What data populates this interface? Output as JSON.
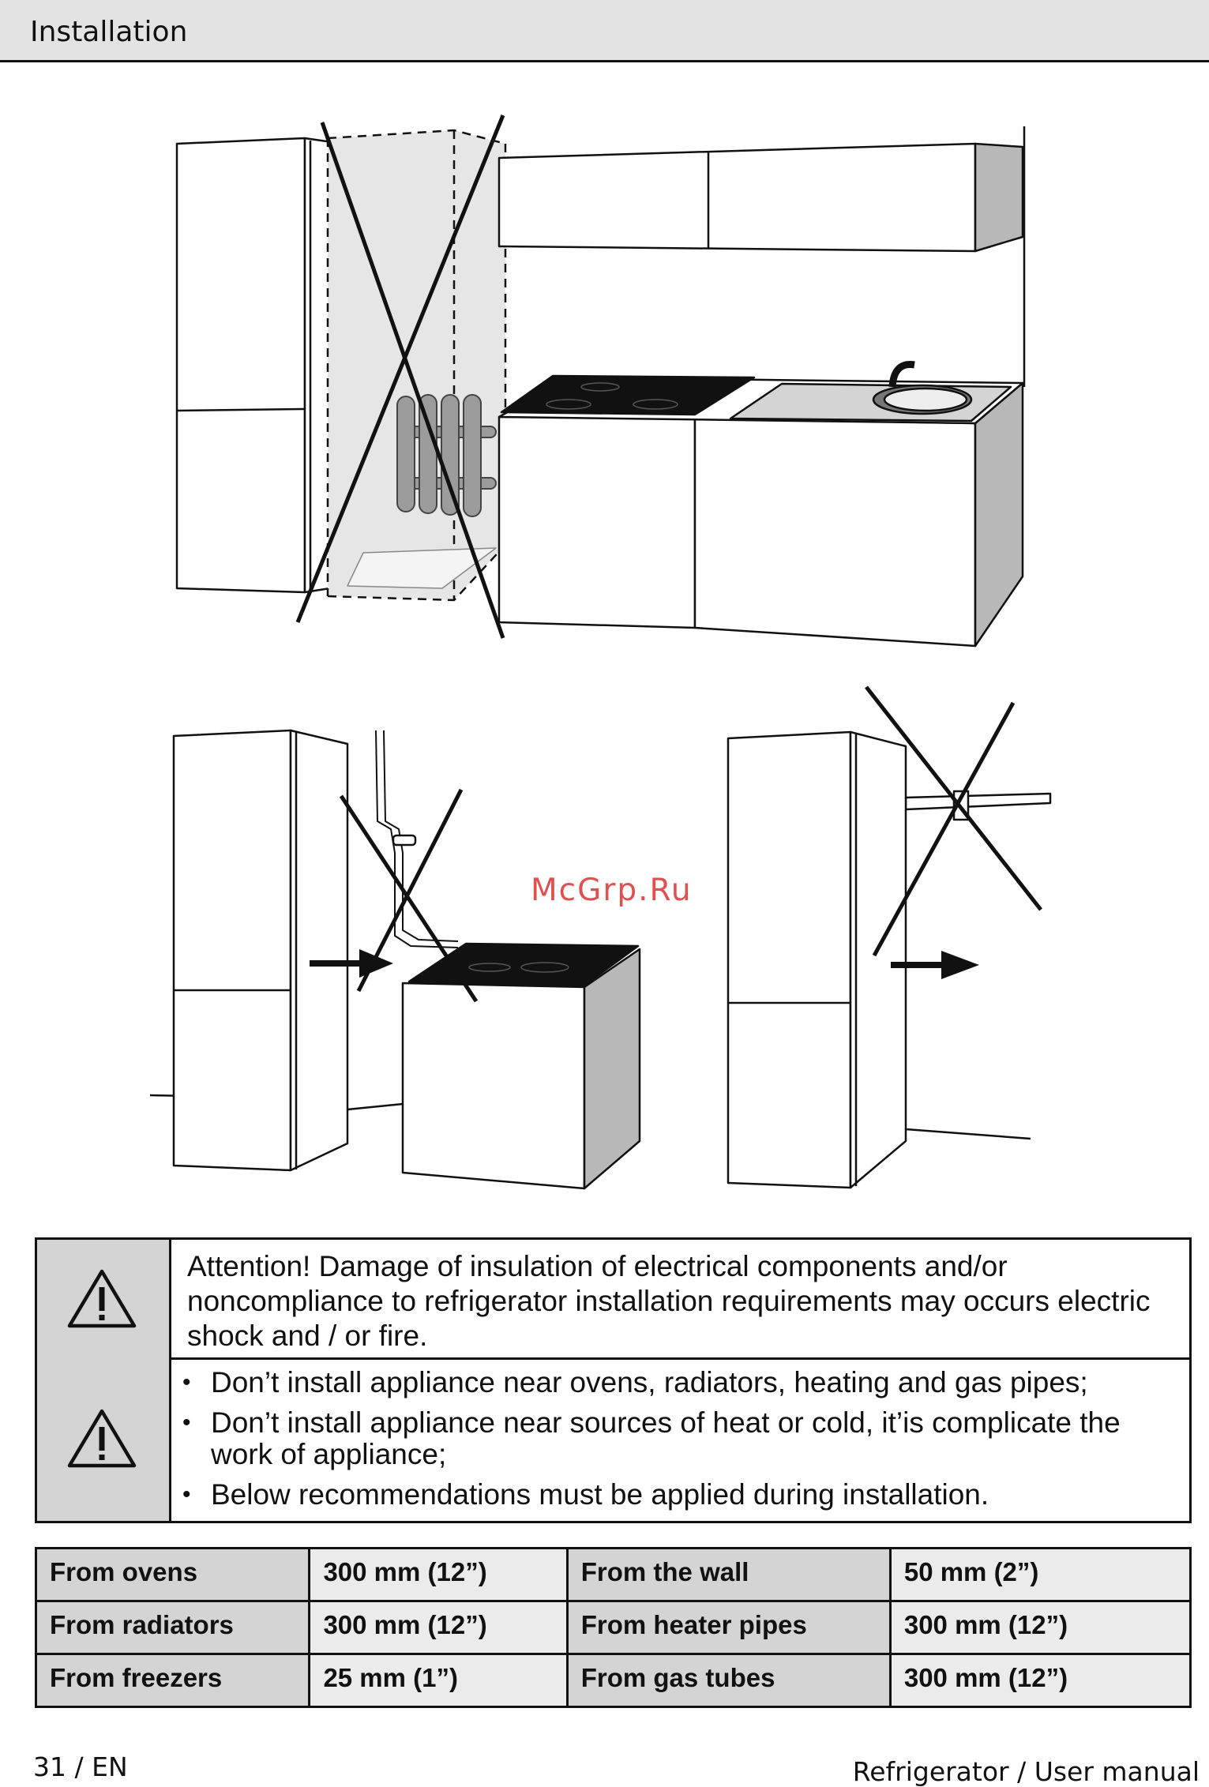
{
  "header": {
    "title": "Installation"
  },
  "watermark": "McGrp.Ru",
  "warnings": {
    "attention": "Attention! Damage of insulation of electrical components and/or noncompliance to refrigerator installation requirements may occurs electric shock and / or fire.",
    "bullets": [
      "Don’t install appliance near ovens, radiators, heating and gas pipes;",
      "Don’t install appliance near sources of heat or cold, it’is complicate the work of appliance;",
      "Below recommendations must be applied during installation."
    ],
    "bullet_symbol": "•",
    "icon": "warning-triangle-icon"
  },
  "distances": [
    {
      "label": "From ovens",
      "value": "300 mm (12”)",
      "label2": "From the wall",
      "value2": "50 mm (2”)"
    },
    {
      "label": "From radiators",
      "value": "300 mm (12”)",
      "label2": "From heater pipes",
      "value2": "300 mm (12”)"
    },
    {
      "label": "From freezers",
      "value": "25 mm (1”)",
      "label2": "From gas tubes",
      "value2": "300 mm (12”)"
    }
  ],
  "footer": {
    "page": "31 / EN",
    "doc": "Refrigerator / User manual"
  },
  "colors": {
    "header_bg": "#e3e3e3",
    "cell_gray": "#d4d4d4",
    "watermark": "#e05050"
  }
}
